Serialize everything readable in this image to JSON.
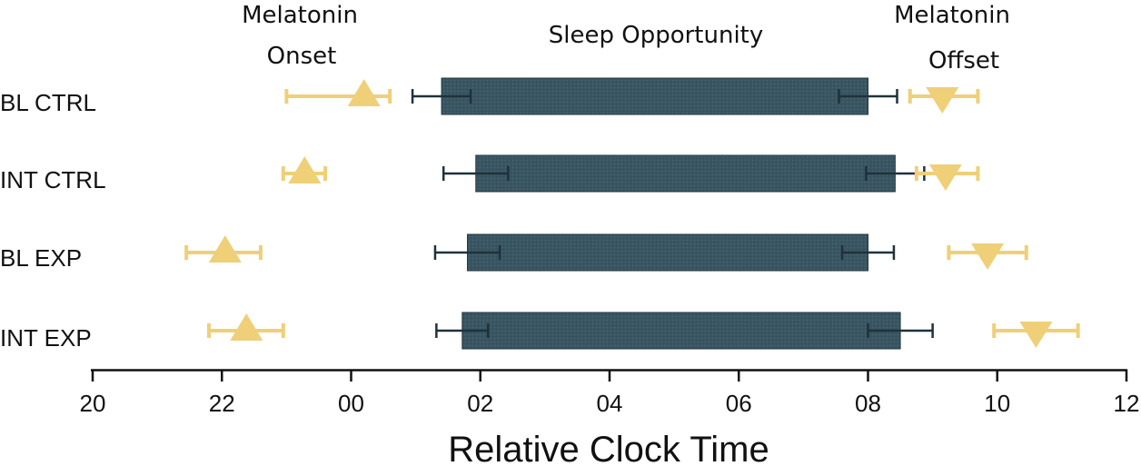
{
  "chart_data": {
    "type": "bar",
    "xlabel": "Relative Clock Time",
    "x_axis": {
      "min": 20,
      "max": 36,
      "ticks": [
        20,
        22,
        24,
        26,
        28,
        30,
        32,
        34,
        36
      ],
      "tick_labels": [
        "20",
        "22",
        "00",
        "02",
        "04",
        "06",
        "08",
        "10",
        "12"
      ]
    },
    "headers": {
      "onset": [
        "Melatonin",
        "Onset"
      ],
      "sleep": "Sleep Opportunity",
      "offset": [
        "Melatonin",
        "Offset"
      ]
    },
    "categories": [
      "BL CTRL",
      "INT CTRL",
      "BL EXP",
      "INT EXP"
    ],
    "sleep_opportunity": [
      {
        "start": 25.4,
        "end": 32.0,
        "start_err": 0.45,
        "end_err": 0.45
      },
      {
        "start": 25.93,
        "end": 32.42,
        "start_err": 0.5,
        "end_err": 0.45
      },
      {
        "start": 25.8,
        "end": 32.0,
        "start_err": 0.5,
        "end_err": 0.4
      },
      {
        "start": 25.72,
        "end": 32.5,
        "start_err": 0.4,
        "end_err": 0.5
      }
    ],
    "melatonin_onset": [
      {
        "value": 24.2,
        "err_low": 23.0,
        "err_high": 24.6
      },
      {
        "value": 23.28,
        "err_low": 22.95,
        "err_high": 23.6
      },
      {
        "value": 22.05,
        "err_low": 21.45,
        "err_high": 22.6
      },
      {
        "value": 22.38,
        "err_low": 21.8,
        "err_high": 22.95
      }
    ],
    "melatonin_offset": [
      {
        "value": 33.15,
        "err_low": 32.65,
        "err_high": 33.7
      },
      {
        "value": 33.2,
        "err_low": 32.75,
        "err_high": 33.7
      },
      {
        "value": 33.85,
        "err_low": 33.25,
        "err_high": 34.45
      },
      {
        "value": 34.6,
        "err_low": 33.95,
        "err_high": 35.25
      }
    ],
    "colors": {
      "bar": "#3a5663",
      "bar_error": "#1f323b",
      "marker": "#efcf78",
      "axis": "#111111"
    },
    "grid": false,
    "legend": "none"
  }
}
